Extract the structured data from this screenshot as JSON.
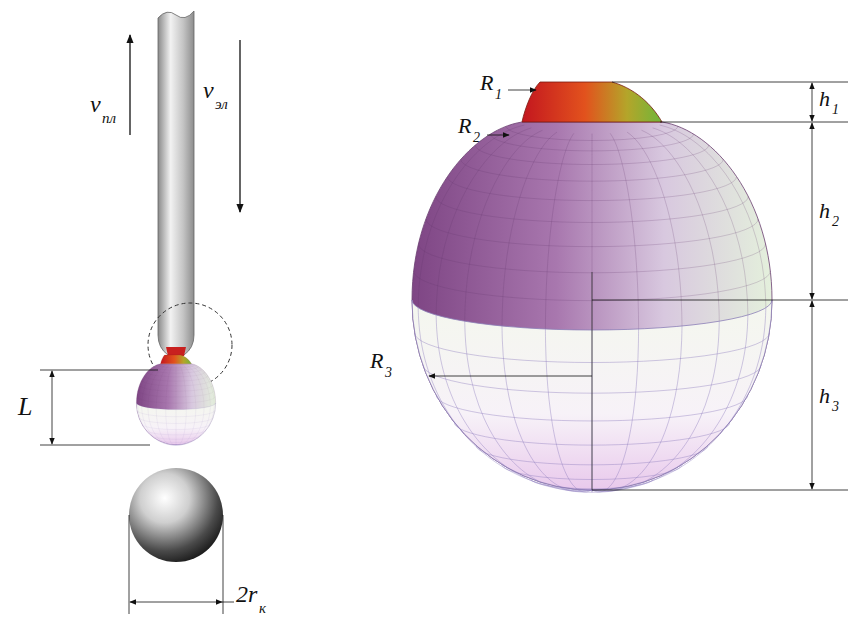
{
  "diagram": {
    "labels": [
      "v",
      "пл",
      "v",
      "эл",
      "L",
      "2r",
      "к",
      "R",
      "1",
      "R",
      "2",
      "h",
      "1",
      "h",
      "2",
      "R",
      "3",
      "h",
      "3"
    ]
  }
}
